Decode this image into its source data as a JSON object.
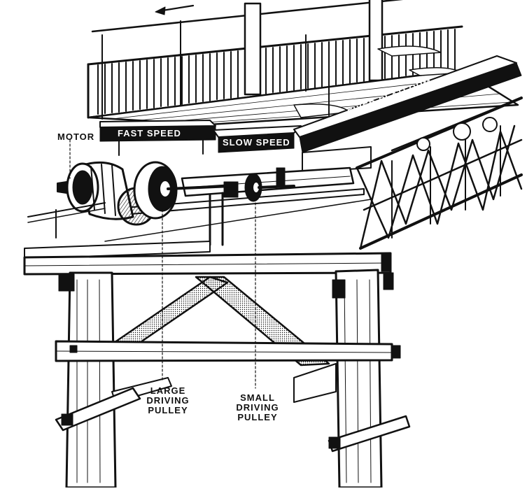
{
  "labels": {
    "motor": "MOTOR",
    "fast_speed": "FAST SPEED",
    "slow_speed": "SLOW SPEED",
    "fixed_platform": "FIXED PLATFORM",
    "large_pulley": [
      "LARGE",
      "DRIVING",
      "PULLEY"
    ],
    "small_pulley": [
      "SMALL",
      "DRIVING",
      "PULLEY"
    ]
  },
  "colors": {
    "ink": "#111111",
    "paper": "#ffffff"
  }
}
